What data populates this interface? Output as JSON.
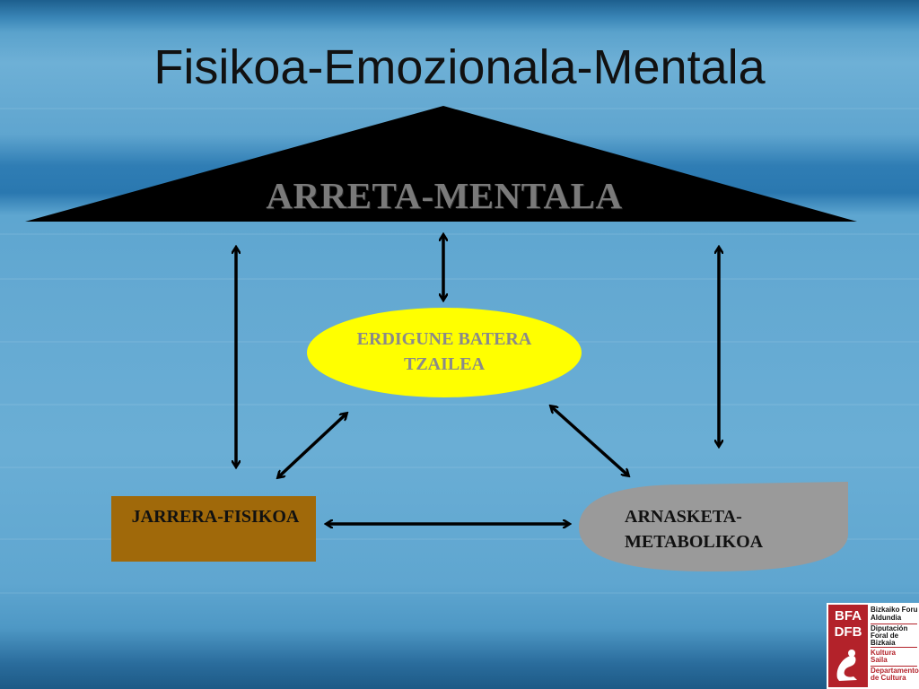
{
  "slide": {
    "title": "Fisikoa-Emozionala-Mentala"
  },
  "diagram": {
    "roof_label": "ARRETA-MENTALA",
    "center_label": "ERDIGUNE BATERATZAILEA",
    "left_box_label": "JARRERA-FISIKOA",
    "right_oval_label": "ARNASKETA-METABOLIKOA",
    "colors": {
      "roof": "#000000",
      "center_ellipse": "#ffff00",
      "left_box": "#a0690a",
      "right_oval": "#9a9a9a",
      "arrows": "#000000"
    }
  },
  "logo": {
    "acronym_line1": "BFA",
    "acronym_line2": "DFB",
    "text_line1": "Bizkaiko Foru",
    "text_line2": "Aldundia",
    "text_line3": "Diputación",
    "text_line4": "Foral de Bizkaia",
    "text_line5": "Kultura",
    "text_line6": "Saila",
    "text_line7": "Departamento",
    "text_line8": "de Cultura",
    "color": "#b3222a"
  }
}
